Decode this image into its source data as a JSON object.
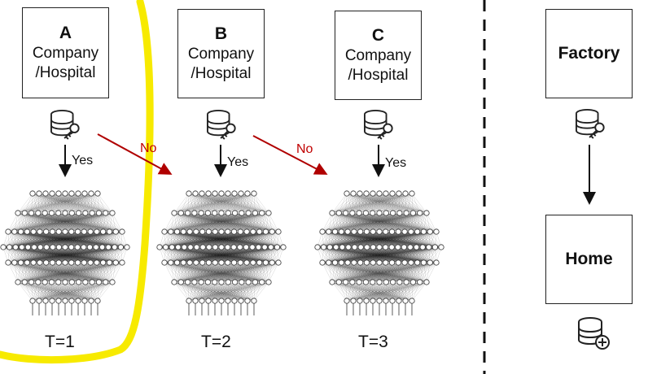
{
  "nodes": [
    {
      "letter": "A",
      "line1": "Company",
      "line2": "/Hospital",
      "time": "T=1"
    },
    {
      "letter": "B",
      "line1": "Company",
      "line2": "/Hospital",
      "time": "T=2"
    },
    {
      "letter": "C",
      "line1": "Company",
      "line2": "/Hospital",
      "time": "T=3"
    }
  ],
  "factory": {
    "label": "Factory"
  },
  "home": {
    "label": "Home"
  },
  "edges": {
    "yes_label": "Yes",
    "no_label": "No"
  },
  "icons": {
    "database_key": "database-key-icon",
    "database_add": "database-add-icon"
  },
  "colors": {
    "highlight": "#f7ea00",
    "no_arrow": "#b00000",
    "no_text": "#c00000"
  }
}
